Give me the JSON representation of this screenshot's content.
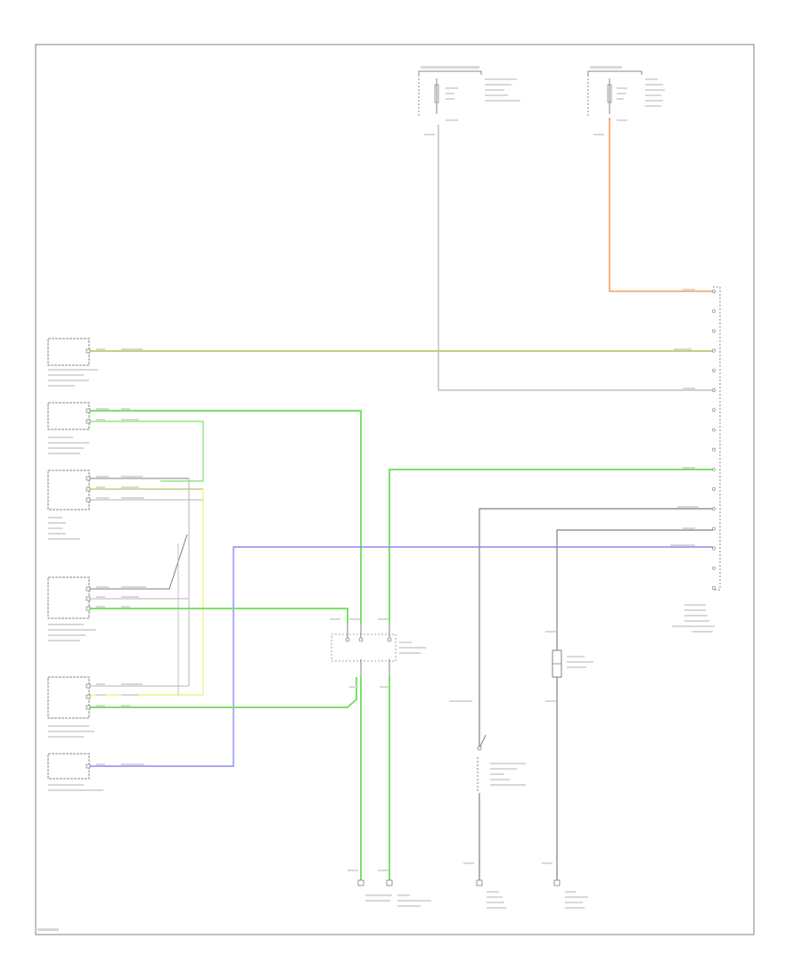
{
  "diagram": {
    "footer_code": "",
    "colors": {
      "frame": "#9a9a9a",
      "wire_gray": "#b4b4b4",
      "wire_yellow_green": "#c8cc80",
      "wire_green": "#7de06a",
      "wire_orange": "#f4a05a",
      "wire_blue": "#8c8cf0",
      "wire_yellow": "#f4f08a",
      "wire_dark": "#808080",
      "component_outline": "#8a8a8a"
    },
    "components": [
      {
        "id": "fuse-top-left",
        "label": ""
      },
      {
        "id": "fuse-top-right",
        "label": ""
      },
      {
        "id": "module-1",
        "label": ""
      },
      {
        "id": "module-2",
        "label": ""
      },
      {
        "id": "module-3",
        "label": ""
      },
      {
        "id": "module-4",
        "label": ""
      },
      {
        "id": "module-5",
        "label": ""
      },
      {
        "id": "module-6",
        "label": ""
      },
      {
        "id": "data-link-connector",
        "label": ""
      },
      {
        "id": "relay-center",
        "label": ""
      },
      {
        "id": "relay-right",
        "label": ""
      },
      {
        "id": "ground-1",
        "label": ""
      },
      {
        "id": "ground-2",
        "label": ""
      },
      {
        "id": "ground-3",
        "label": ""
      },
      {
        "id": "ground-4",
        "label": ""
      }
    ]
  }
}
